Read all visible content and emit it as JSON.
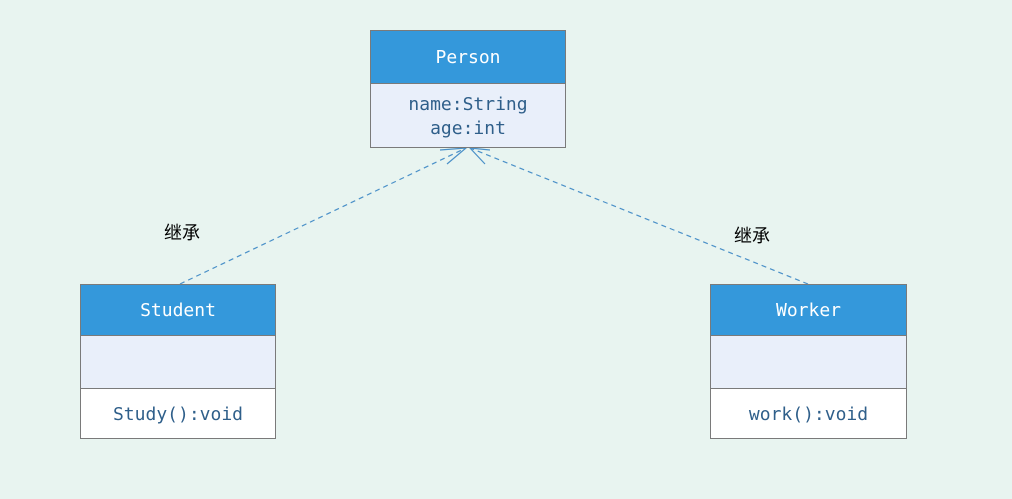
{
  "diagram": {
    "classes": {
      "person": {
        "name": "Person",
        "attributes": [
          "name:String",
          "age:int"
        ]
      },
      "student": {
        "name": "Student",
        "attributes": [],
        "methods": [
          "Study():void"
        ]
      },
      "worker": {
        "name": "Worker",
        "attributes": [],
        "methods": [
          "work():void"
        ]
      }
    },
    "relations": [
      {
        "from": "student",
        "to": "person",
        "kind": "inheritance",
        "label": "继承"
      },
      {
        "from": "worker",
        "to": "person",
        "kind": "inheritance",
        "label": "继承"
      }
    ],
    "colors": {
      "background": "#e8f4f0",
      "header": "#3498db",
      "compartment": "#e9effa",
      "text": "#2f5f8a",
      "connector": "#4a90c8"
    }
  }
}
